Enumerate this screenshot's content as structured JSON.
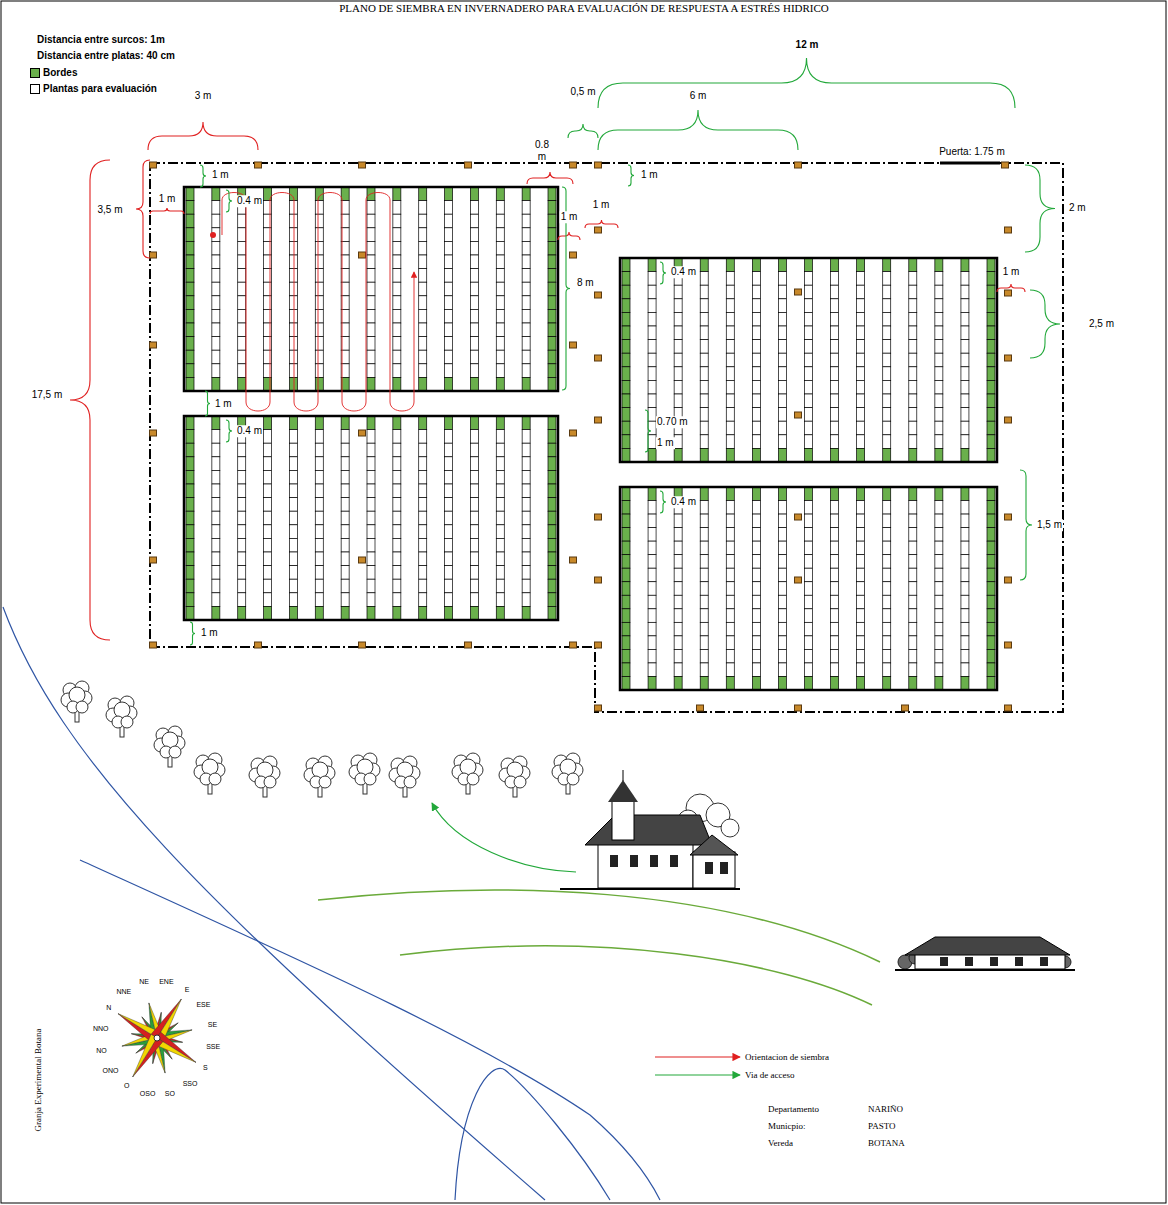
{
  "diagram": {
    "title": "PLANO DE SIEMBRA EN INVERNADERO PARA EVALUACIÓN DE RESPUESTA A ESTRÉS HIDRICO",
    "labels": [
      "Distancia entre surcos: 1m",
      "Distancia entre platas: 40 cm",
      "3 m",
      "12 m",
      "0,5 m",
      "6 m",
      "0.8 m",
      "1 m",
      "1 m",
      "0.4 m",
      "3,5 m",
      "1 m",
      "1 m",
      "1 m",
      "Puerta: 1.75 m",
      "2 m",
      "1 m",
      "0.4 m",
      "8 m",
      "2,5 m",
      "17,5 m",
      "1 m",
      "0.4 m",
      "0.70 m",
      "1 m",
      "0.4 m",
      "1,5 m",
      "1 m",
      "N",
      "NNE",
      "NE",
      "ENE",
      "E",
      "ESE",
      "SE",
      "SSE",
      "S",
      "SSO",
      "SO",
      "OSO",
      "O",
      "ONO",
      "NO",
      "NNO",
      "Granja Experimental Botana",
      "Departamento",
      "NARIÑO",
      "Municpio:",
      "PASTO",
      "Vereda",
      "BOTANA"
    ],
    "legend": [
      {
        "text": "Bordes",
        "color": "#6ab04c"
      },
      {
        "text": "Plantas para evaluación",
        "color": "#ffffff"
      },
      {
        "text": "Orientacion de siembra"
      },
      {
        "text": "Via de acceso"
      }
    ]
  }
}
